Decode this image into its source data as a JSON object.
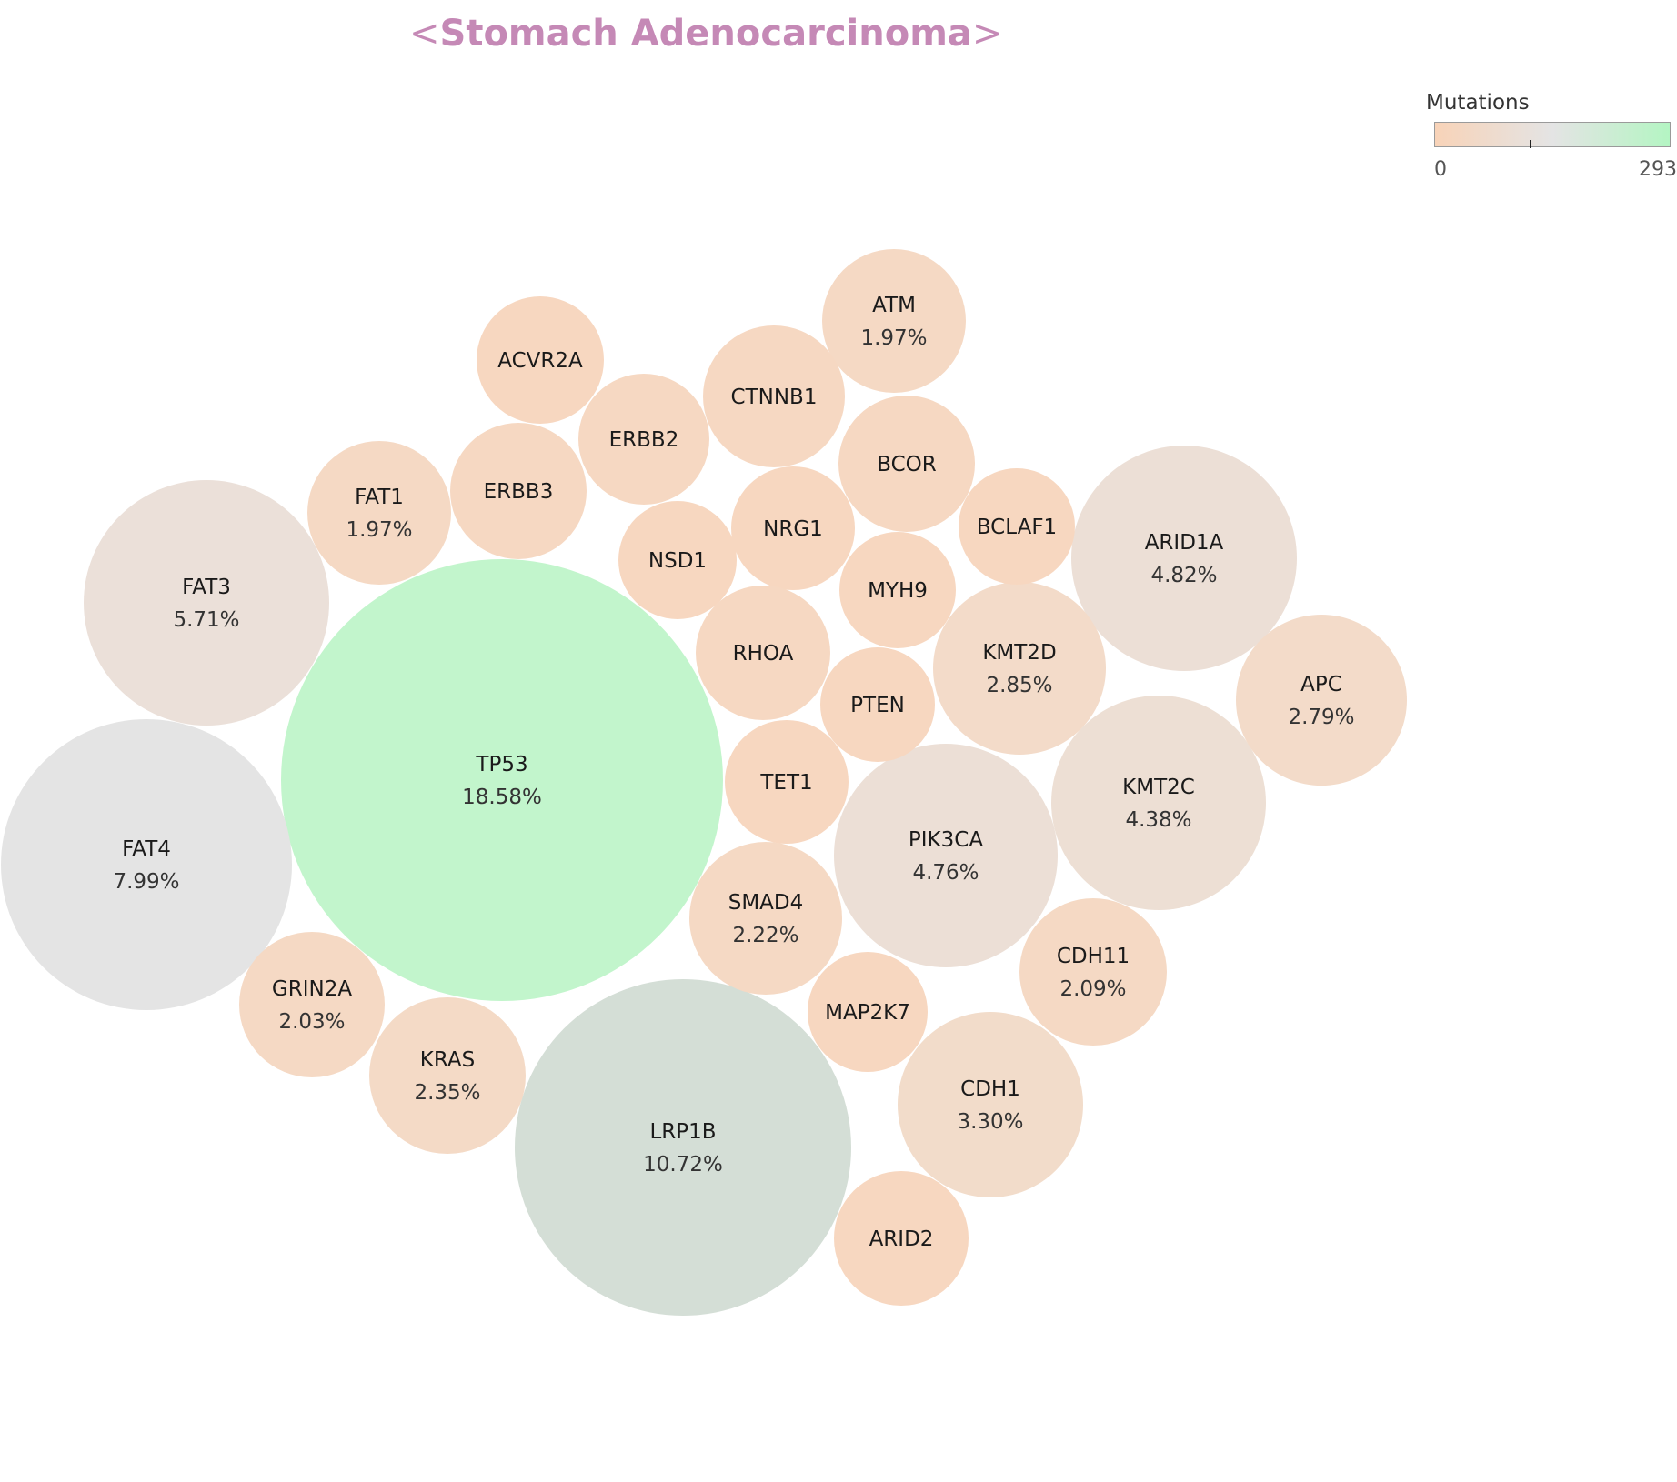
{
  "title": {
    "left_bracket": "<",
    "text": "Stomach Adenocarcinoma",
    "right_bracket": ">",
    "color": "#c589b6"
  },
  "legend": {
    "title": "Mutations",
    "min_label": "0",
    "max_label": "293",
    "colors": [
      "#f8d3b8",
      "#e4e4e4",
      "#b4f5c3"
    ]
  },
  "chart_data": {
    "type": "bubble",
    "title": "Stomach Adenocarcinoma",
    "color_scale": {
      "label": "Mutations",
      "min": 0,
      "max": 293
    },
    "bubbles": [
      {
        "gene": "TP53",
        "percent": "18.58%",
        "color": "#c2f5cc"
      },
      {
        "gene": "LRP1B",
        "percent": "10.72%",
        "color": "#d4ded6"
      },
      {
        "gene": "FAT4",
        "percent": "7.99%",
        "color": "#e4e4e4"
      },
      {
        "gene": "FAT3",
        "percent": "5.71%",
        "color": "#ebe0d9"
      },
      {
        "gene": "ARID1A",
        "percent": "4.82%",
        "color": "#ecdfd6"
      },
      {
        "gene": "PIK3CA",
        "percent": "4.76%",
        "color": "#ecdfd6"
      },
      {
        "gene": "KMT2C",
        "percent": "4.38%",
        "color": "#eddfd4"
      },
      {
        "gene": "CDH1",
        "percent": "3.30%",
        "color": "#f2dcca"
      },
      {
        "gene": "KMT2D",
        "percent": "2.85%",
        "color": "#f3dbc9"
      },
      {
        "gene": "APC",
        "percent": "2.79%",
        "color": "#f3dbc9"
      },
      {
        "gene": "KRAS",
        "percent": "2.35%",
        "color": "#f4dac6"
      },
      {
        "gene": "SMAD4",
        "percent": "2.22%",
        "color": "#f5d9c4"
      },
      {
        "gene": "CDH11",
        "percent": "2.09%",
        "color": "#f5d9c4"
      },
      {
        "gene": "GRIN2A",
        "percent": "2.03%",
        "color": "#f5d9c4"
      },
      {
        "gene": "FAT1",
        "percent": "1.97%",
        "color": "#f5d9c4"
      },
      {
        "gene": "ATM",
        "percent": "1.97%",
        "color": "#f5d9c4"
      },
      {
        "gene": "CTNNB1",
        "percent": "",
        "color": "#f6d8c2"
      },
      {
        "gene": "ACVR2A",
        "percent": "",
        "color": "#f7d7c0"
      },
      {
        "gene": "ERBB2",
        "percent": "",
        "color": "#f6d8c2"
      },
      {
        "gene": "ERBB3",
        "percent": "",
        "color": "#f6d8c2"
      },
      {
        "gene": "BCOR",
        "percent": "",
        "color": "#f6d8c2"
      },
      {
        "gene": "NRG1",
        "percent": "",
        "color": "#f7d7c0"
      },
      {
        "gene": "NSD1",
        "percent": "",
        "color": "#f7d7c0"
      },
      {
        "gene": "BCLAF1",
        "percent": "",
        "color": "#f7d7c0"
      },
      {
        "gene": "MYH9",
        "percent": "",
        "color": "#f7d7c0"
      },
      {
        "gene": "RHOA",
        "percent": "",
        "color": "#f6d8c2"
      },
      {
        "gene": "PTEN",
        "percent": "",
        "color": "#f7d7c0"
      },
      {
        "gene": "TET1",
        "percent": "",
        "color": "#f7d7c0"
      },
      {
        "gene": "MAP2K7",
        "percent": "",
        "color": "#f7d7c0"
      },
      {
        "gene": "ARID2",
        "percent": "",
        "color": "#f7d7c0"
      }
    ]
  }
}
